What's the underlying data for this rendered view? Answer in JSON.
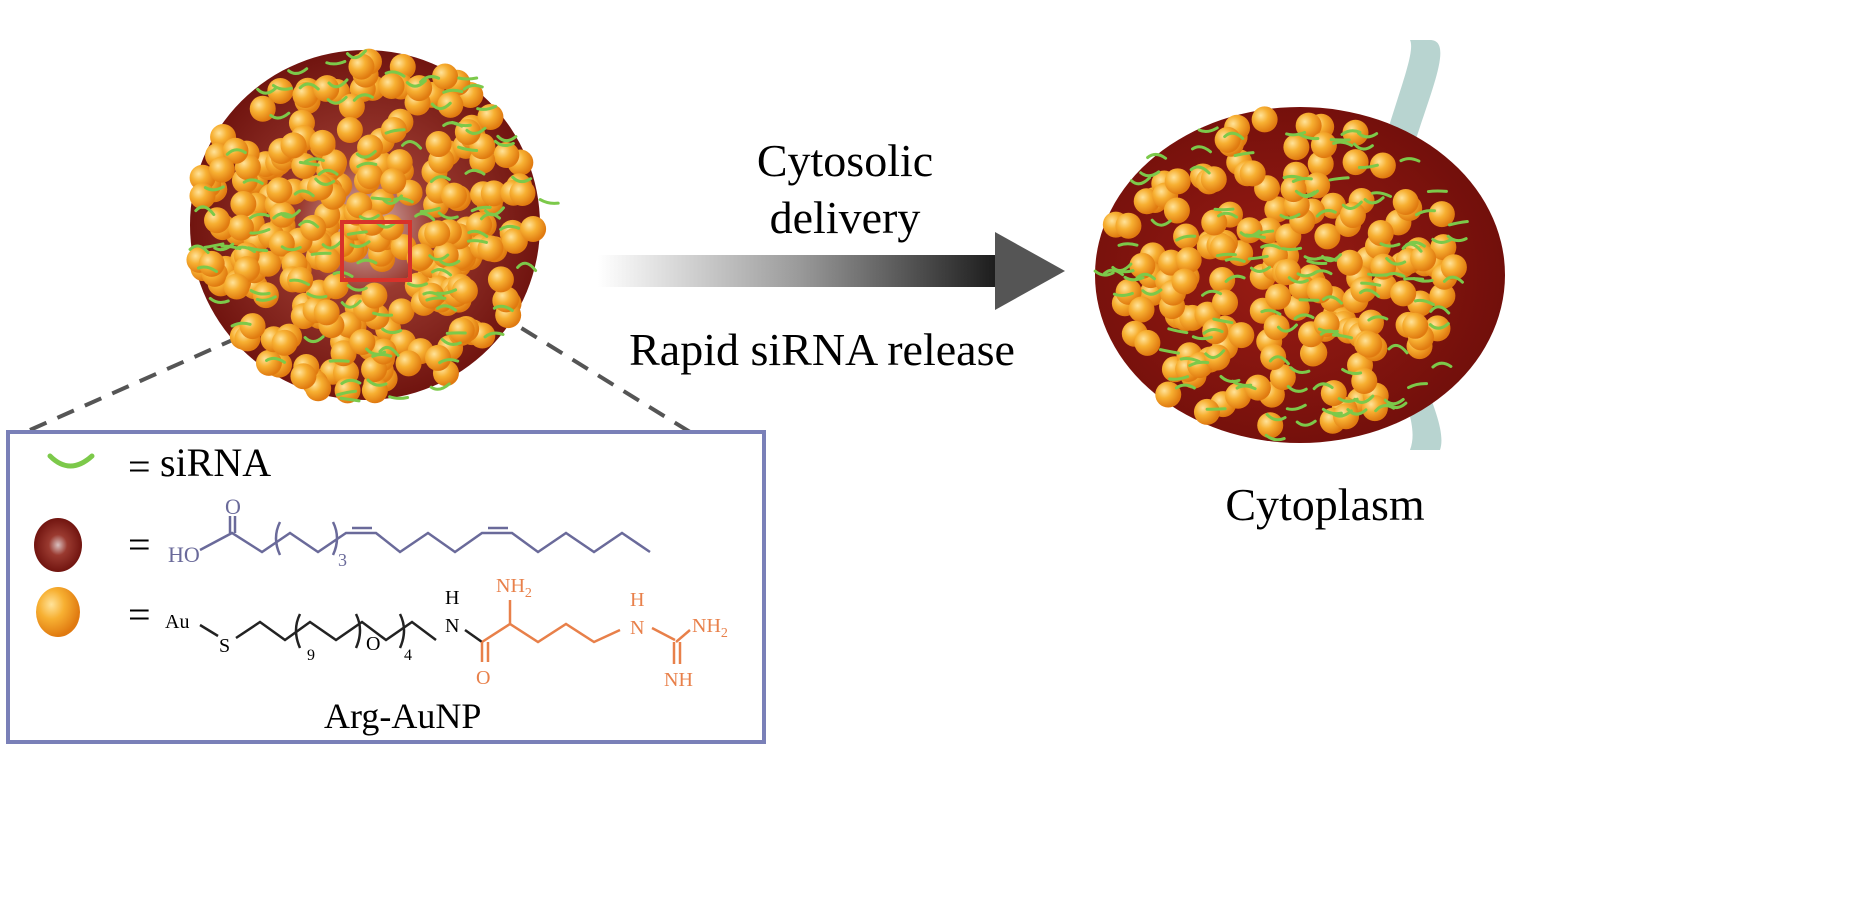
{
  "arrow": {
    "label_top_line1": "Cytosolic",
    "label_top_line2": "delivery",
    "label_bottom": "Rapid siRNA release"
  },
  "cell": {
    "label": "Cytoplasm"
  },
  "legend": {
    "equals": "=",
    "sirna_label": "siRNA",
    "oleic": {
      "ho": "HO",
      "o": "O",
      "subscript": "3"
    },
    "arg": {
      "au": "Au",
      "s": "S",
      "sub9": "9",
      "o_ether": "O",
      "sub4": "4",
      "nh_h": "H",
      "nh_n": "N",
      "carbonyl_o": "O",
      "nh2_top": "NH",
      "nh2_top_sub": "2",
      "guan_h": "H",
      "guan_n": "N",
      "guan_nh2": "NH",
      "guan_nh2_sub": "2",
      "guan_nh": "NH"
    },
    "caption": "Arg-AuNP"
  },
  "colors": {
    "core": "#7a1410",
    "aunp": "#f4a020",
    "sirna": "#7cc94a",
    "frame": "#7a80b8",
    "oleic": "#6a6a9a",
    "arginine": "#e8804a",
    "membrane": "#b8d4d0",
    "highlight": "#d8322a"
  }
}
